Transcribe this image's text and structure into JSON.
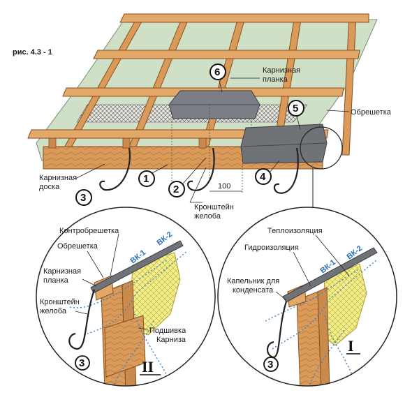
{
  "figure_label": "рис. 4.3 - 1",
  "top": {
    "cornice_strip": "Карнизная\nпланка",
    "lathing": "Обрешетка",
    "cornice_board": "Карнизная\nдоска",
    "gutter_bracket": "Кронштейн\nжелоба",
    "dimension": "100",
    "callouts": [
      "1",
      "2",
      "3",
      "4",
      "5",
      "6"
    ]
  },
  "inset_left": {
    "counter_lathing": "Контробрешетка",
    "lathing": "Обрешетка",
    "cornice_strip": "Карнизная\nпланка",
    "gutter_bracket": "Кронштейн\nжелоба",
    "soffit": "Подшивка\nКарниза",
    "vk1": "ВК-1",
    "vk2": "ВК-2",
    "callout": "3",
    "roman": "II"
  },
  "inset_right": {
    "insulation": "Теплоизоляция",
    "waterproofing": "Гидроизоляция",
    "drip": "Капельник для\nконденсата",
    "vk1": "ВК-1",
    "vk2": "ВК-2",
    "callout": "3",
    "roman": "I"
  },
  "colors": {
    "wood": "#d99a5a",
    "wood_dark": "#a8642c",
    "membrane": "#cfe0c6",
    "metal": "#6f7378",
    "insulation": "#f3ef8a",
    "airflow": "#3b82c8"
  }
}
